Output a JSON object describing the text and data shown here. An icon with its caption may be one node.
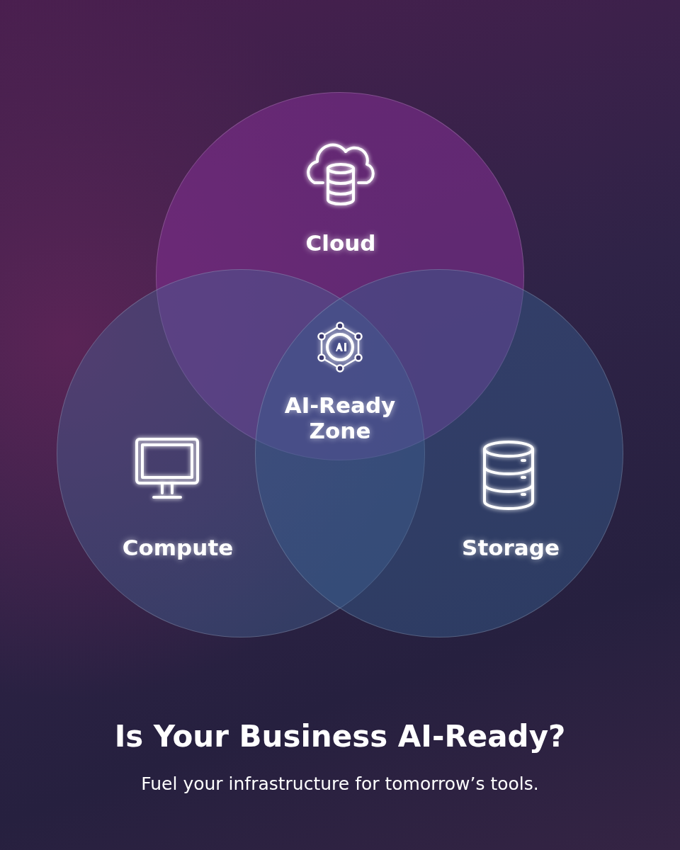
{
  "diagram": {
    "title": "Is Your Business AI-Ready?",
    "caption": "Fuel your infrastructure for tomorrow’s tools.",
    "nodes": [
      {
        "text": [
          "Cloud"
        ]
      },
      {
        "text": [
          "Compute"
        ]
      },
      {
        "text": [
          "Storage"
        ]
      }
    ],
    "labels": [
      "AI-Ready Zone"
    ]
  }
}
